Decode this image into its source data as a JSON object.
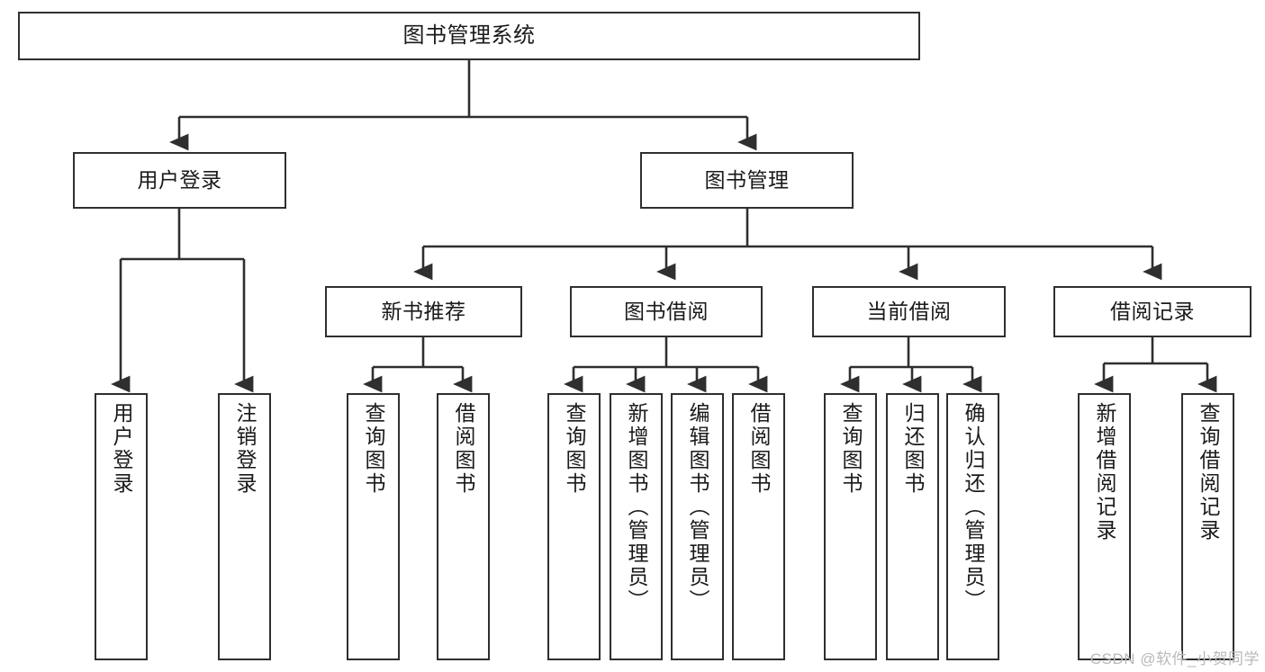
{
  "diagram": {
    "title": "图书管理系统",
    "watermark": "CSDN @软件_小贺同学",
    "colors": {
      "stroke": "#2f2f2f",
      "fill": "#ffffff",
      "text": "#1a1a1a",
      "watermark": "#b9b9b9"
    },
    "level1": {
      "label": "图书管理系统"
    },
    "level2": [
      {
        "label": "用户登录"
      },
      {
        "label": "图书管理"
      }
    ],
    "level3": [
      {
        "label": "新书推荐"
      },
      {
        "label": "图书借阅"
      },
      {
        "label": "当前借阅"
      },
      {
        "label": "借阅记录"
      }
    ],
    "leaves": {
      "user_login": [
        {
          "label": "用户登录"
        },
        {
          "label": "注销登录"
        }
      ],
      "new_book": [
        {
          "label": "查询图书"
        },
        {
          "label": "借阅图书"
        }
      ],
      "book_borrow": [
        {
          "label": "查询图书"
        },
        {
          "label": "新增图书（管理员）"
        },
        {
          "label": "编辑图书（管理员）"
        },
        {
          "label": "借阅图书"
        }
      ],
      "current_borrow": [
        {
          "label": "查询图书"
        },
        {
          "label": "归还图书"
        },
        {
          "label": "确认归还（管理员）"
        }
      ],
      "borrow_record": [
        {
          "label": "新增借阅记录"
        },
        {
          "label": "查询借阅记录"
        }
      ]
    }
  }
}
